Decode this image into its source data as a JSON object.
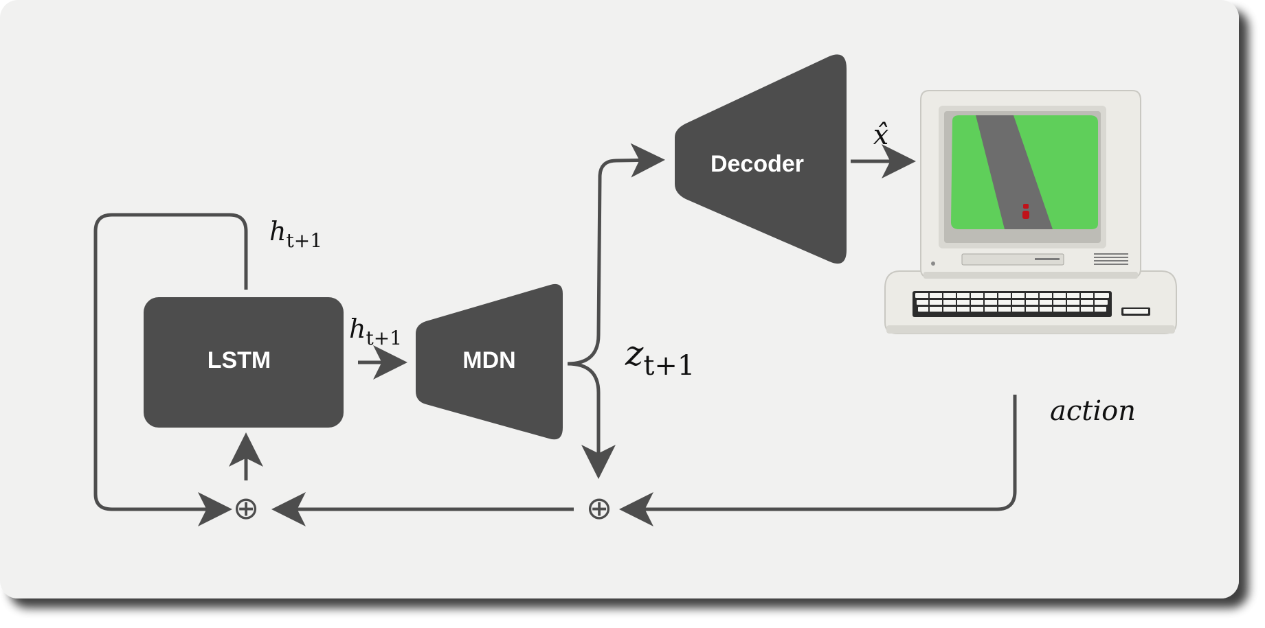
{
  "diagram": {
    "blocks": {
      "lstm": "LSTM",
      "mdn": "MDN",
      "decoder": "Decoder"
    },
    "labels": {
      "h_feedback": {
        "base": "h",
        "sub": "t+1"
      },
      "h_to_mdn": {
        "base": "h",
        "sub": "t+1"
      },
      "z_next": {
        "base": "z",
        "sub": "t+1"
      },
      "x_hat": "x̂",
      "action": "action"
    },
    "operators": {
      "sum_left": "⊕",
      "sum_right": "⊕"
    },
    "colors": {
      "background": "#f1f1f0",
      "block_fill": "#4d4d4d",
      "block_text": "#ffffff",
      "arrow": "#4d4d4d",
      "screen_green": "#5fcf5a",
      "road_gray": "#6d6d6d",
      "car_red": "#c0121a",
      "computer_body": "#ecebe6"
    },
    "icons": [
      "retro-computer-icon"
    ]
  }
}
